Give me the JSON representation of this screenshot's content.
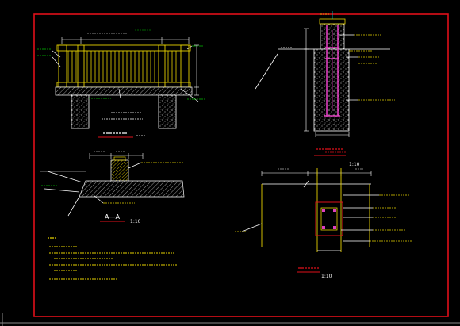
{
  "colors": {
    "background": "#000000",
    "frame": "#e0101a",
    "rail": "#e6d200",
    "concrete": "#ffffff",
    "annotation": "#00c000",
    "leader": "#e6d200",
    "title": "#e0101a",
    "steel": "#e040c0",
    "dimension": "#ffffff"
  },
  "section_aa": {
    "label": "A—A",
    "scale": "1:10"
  },
  "post_detail": {
    "scale": "1:10"
  },
  "plan_detail": {
    "scale": "1:10"
  }
}
